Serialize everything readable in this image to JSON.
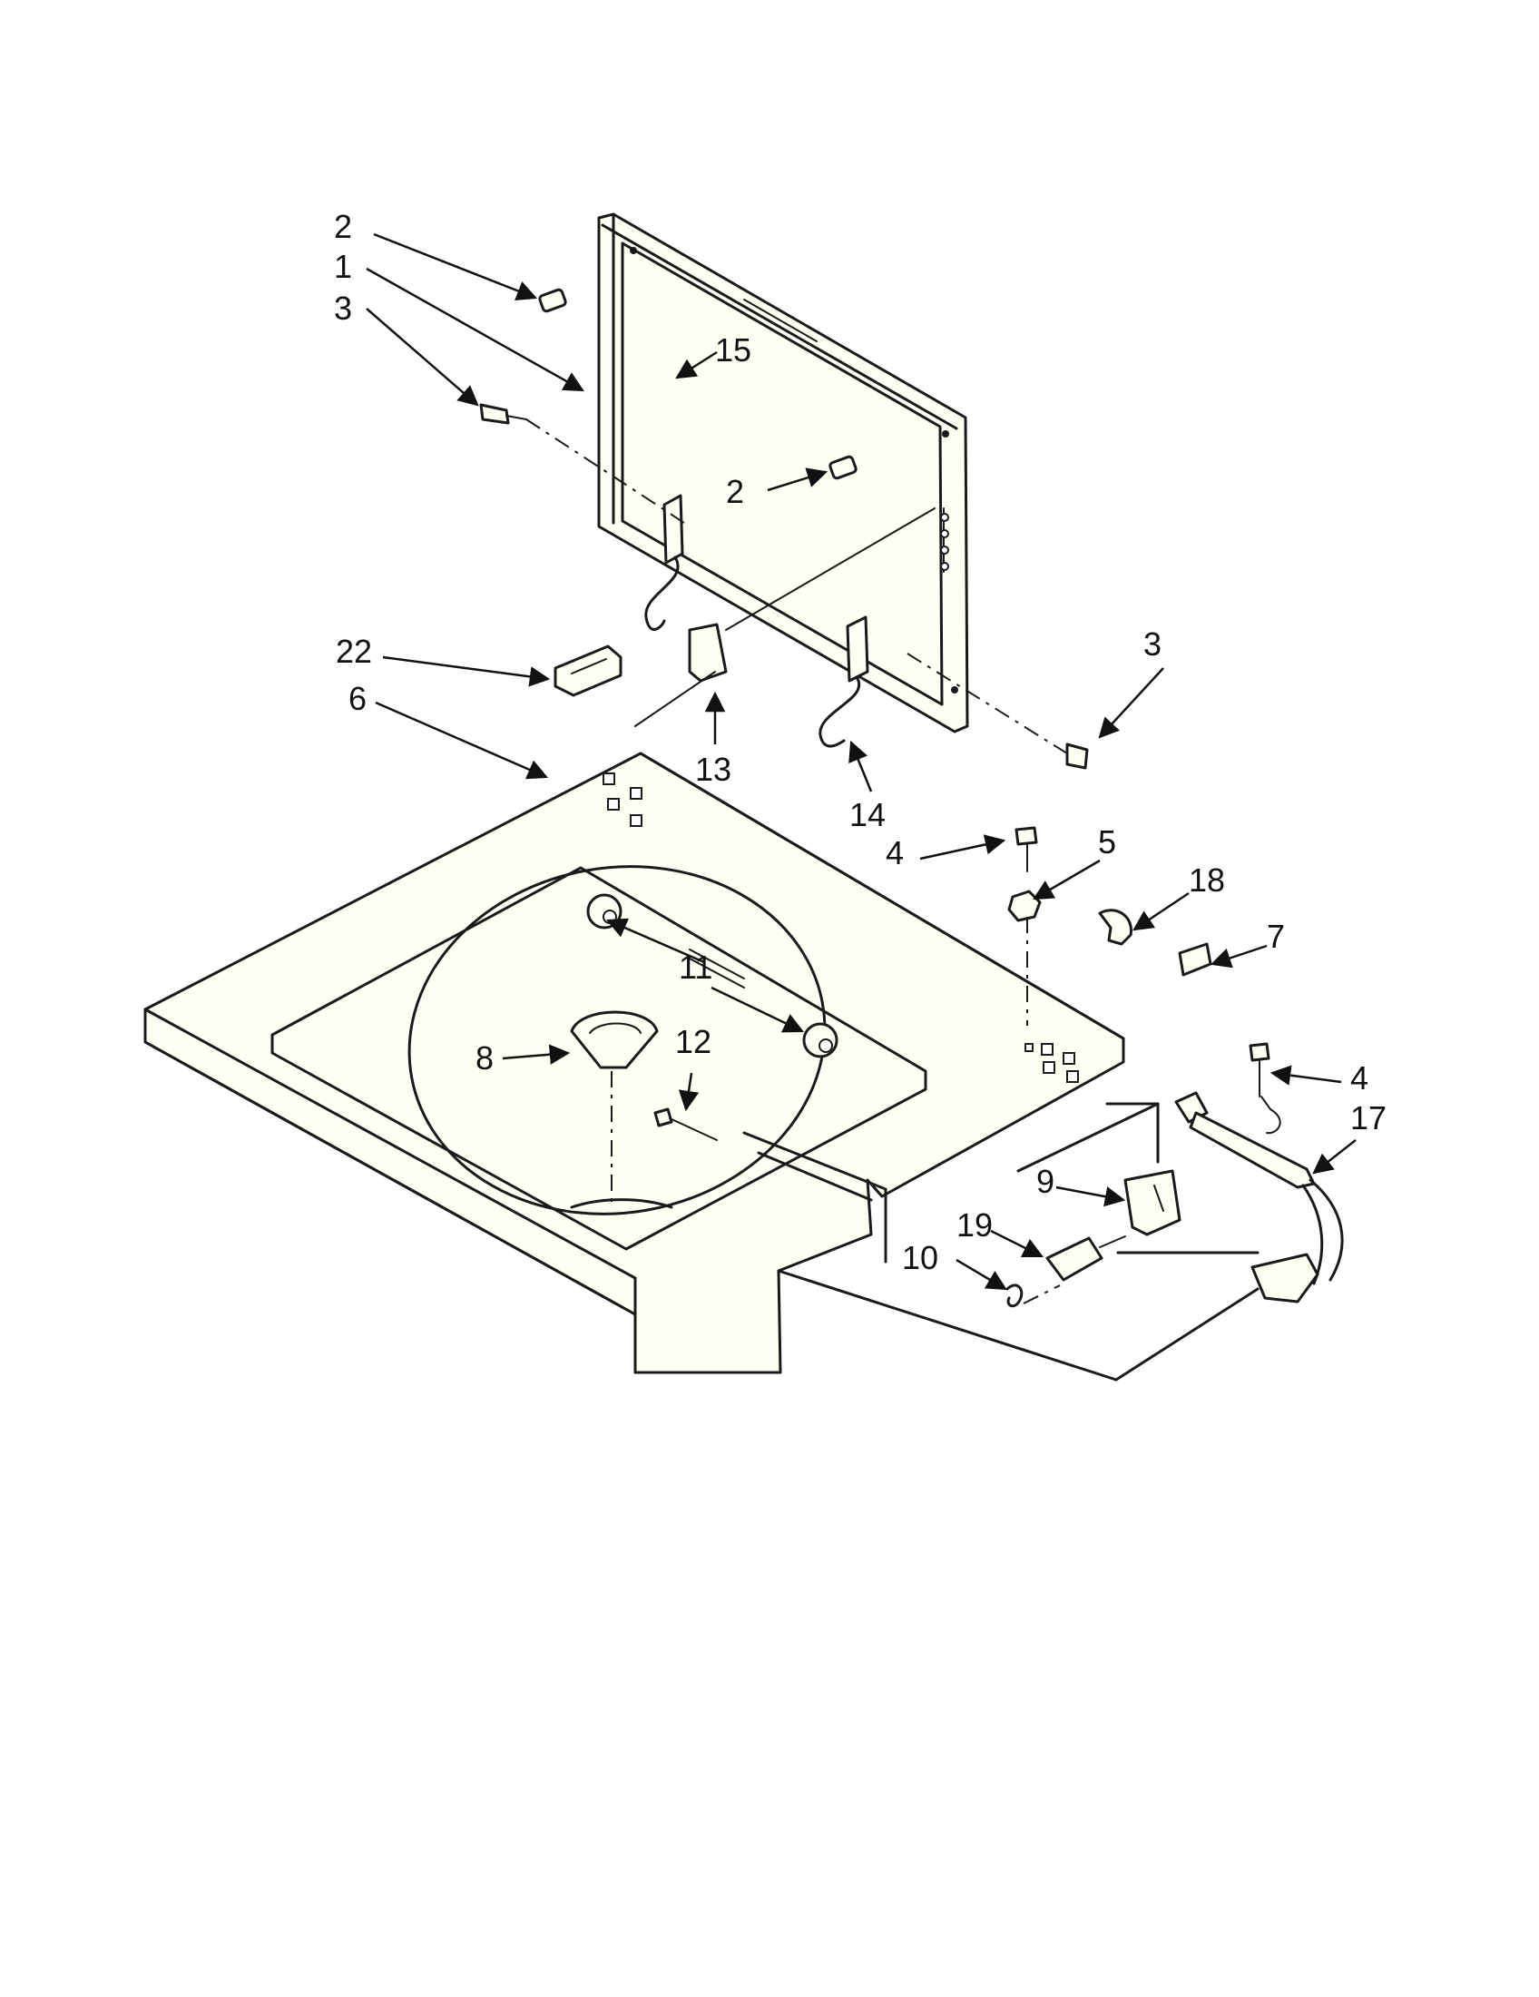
{
  "callouts": [
    {
      "id": "c2a",
      "text": "2"
    },
    {
      "id": "c1",
      "text": "1"
    },
    {
      "id": "c3a",
      "text": "3"
    },
    {
      "id": "c15",
      "text": "15"
    },
    {
      "id": "c2b",
      "text": "2"
    },
    {
      "id": "c22",
      "text": "22"
    },
    {
      "id": "c6",
      "text": "6"
    },
    {
      "id": "c13",
      "text": "13"
    },
    {
      "id": "c14",
      "text": "14"
    },
    {
      "id": "c3b",
      "text": "3"
    },
    {
      "id": "c4a",
      "text": "4"
    },
    {
      "id": "c5",
      "text": "5"
    },
    {
      "id": "c18",
      "text": "18"
    },
    {
      "id": "c7",
      "text": "7"
    },
    {
      "id": "c11",
      "text": "11"
    },
    {
      "id": "c12",
      "text": "12"
    },
    {
      "id": "c8",
      "text": "8"
    },
    {
      "id": "c4b",
      "text": "4"
    },
    {
      "id": "c17",
      "text": "17"
    },
    {
      "id": "c9",
      "text": "9"
    },
    {
      "id": "c19",
      "text": "19"
    },
    {
      "id": "c10",
      "text": "10"
    }
  ]
}
